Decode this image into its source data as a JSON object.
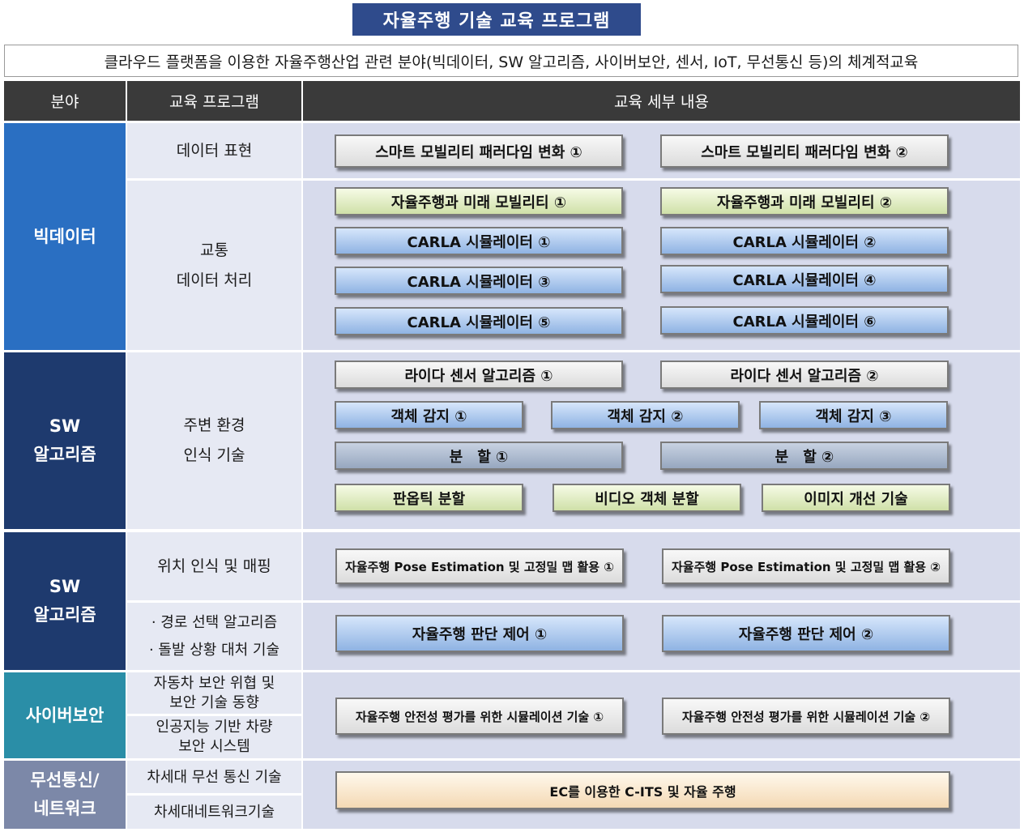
{
  "title": "자율주행 기술 교육 프로그램",
  "subtitle": "클라우드 플랫폼을 이용한 자율주행산업 관련 분야(빅데이터, SW 알고리즘, 사이버보안, 센서, IoT, 무선통신 등)의 체계적교육",
  "headers": {
    "field": "분야",
    "program": "교육 프로그램",
    "detail": "교육 세부 내용"
  },
  "colors": {
    "bigdata": "#2a6fc2",
    "sw": "#1e3a6e",
    "security": "#2a8ea7",
    "wireless": "#7c88a8",
    "header": "#3a3a3a",
    "title": "#2f4b8c"
  },
  "fields": {
    "bigdata": [
      "빅데이터"
    ],
    "sw1": [
      "SW",
      "알고리즘"
    ],
    "sw2": [
      "SW",
      "알고리즘"
    ],
    "security": [
      "사이버보안"
    ],
    "wireless": [
      "무선통신/",
      "네트워크"
    ]
  },
  "programs": {
    "data_repr": "데이터 표현",
    "traffic": [
      "교통",
      "데이터 처리"
    ],
    "perception": [
      "주변 환경",
      "인식 기술"
    ],
    "localization": "위치 인식 및 매핑",
    "route": [
      "· 경로 선택 알고리즘",
      "· 돌발 상황 대처 기술"
    ],
    "sec1": [
      "자동차 보안 위협 및",
      "보안 기술 동향"
    ],
    "sec2": [
      "인공지능 기반 차량",
      "보안 시스템"
    ],
    "wl1": "차세대 무선 통신 기술",
    "wl2": "차세대네트워크기술"
  },
  "details": {
    "smart1": "스마트 모빌리티 패러다임 변화 ①",
    "smart2": "스마트 모빌리티 패러다임 변화 ②",
    "future1": "자율주행과 미래 모빌리티 ①",
    "future2": "자율주행과 미래 모빌리티 ②",
    "carla1": "CARLA 시뮬레이터 ①",
    "carla2": "CARLA 시뮬레이터 ②",
    "carla3": "CARLA 시뮬레이터 ③",
    "carla4": "CARLA 시뮬레이터 ④",
    "carla5": "CARLA 시뮬레이터 ⑤",
    "carla6": "CARLA 시뮬레이터 ⑥",
    "lidar1": "라이다 센서 알고리즘 ①",
    "lidar2": "라이다 센서 알고리즘 ②",
    "obj1": "객체 감지 ①",
    "obj2": "객체 감지 ②",
    "obj3": "객체 감지 ③",
    "seg1": "분　할 ①",
    "seg2": "분　할 ②",
    "panoptic": "판옵틱 분할",
    "video_seg": "비디오 객체 분할",
    "image_enh": "이미지 개선 기술",
    "pose1": "자율주행 Pose Estimation 및 고정밀 맵 활용 ①",
    "pose2": "자율주행 Pose Estimation 및 고정밀 맵 활용 ②",
    "decide1": "자율주행 판단 제어 ①",
    "decide2": "자율주행 판단 제어 ②",
    "safety1": "자율주행 안전성 평가를 위한 시뮬레이션 기술 ①",
    "safety2": "자율주행 안전성 평가를 위한 시뮬레이션 기술 ②",
    "cits": "EC를 이용한 C-ITS 및 자율 주행"
  }
}
